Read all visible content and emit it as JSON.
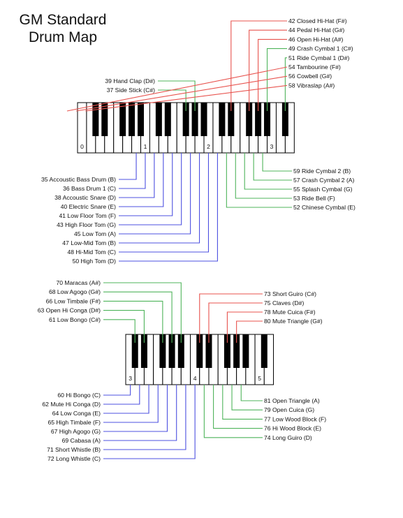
{
  "title": {
    "line1": "GM Standard",
    "line2": "Drum Map"
  },
  "colors": {
    "red": "#e8534e",
    "green": "#4fb45b",
    "blue": "#4d50e0",
    "key_outline": "#000000",
    "black_key": "#000000"
  },
  "keyboard1": {
    "octave_labels": [
      "0",
      "1",
      "2",
      "3"
    ],
    "labels_left": [
      {
        "text": "39 Hand Clap (D#)",
        "color": "green"
      },
      {
        "text": "37 Side Stick (C#)",
        "color": "green"
      }
    ],
    "labels_top_right": [
      {
        "text": "42 Closed Hi-Hat (F#)",
        "color": "red"
      },
      {
        "text": "44 Pedal Hi-Hat (G#)",
        "color": "red"
      },
      {
        "text": "46 Open Hi-Hat (A#)",
        "color": "red"
      },
      {
        "text": "49 Crash Cymbal 1 (C#)",
        "color": "green"
      },
      {
        "text": "51 Ride Cymbal 1 (D#)",
        "color": "green"
      },
      {
        "text": "54 Tambourine (F#)",
        "color": "red"
      },
      {
        "text": "56 Cowbell (G#)",
        "color": "red"
      },
      {
        "text": "58 Vibraslap (A#)",
        "color": "red"
      }
    ],
    "labels_bottom_left": [
      {
        "text": "35 Accoustic Bass Drum (B)",
        "color": "blue"
      },
      {
        "text": "36 Bass Drum 1 (C)",
        "color": "blue"
      },
      {
        "text": "38 Accoustic Snare (D)",
        "color": "blue"
      },
      {
        "text": "40 Electric Snare (E)",
        "color": "blue"
      },
      {
        "text": "41 Low Floor Tom (F)",
        "color": "blue"
      },
      {
        "text": "43 High Floor Tom (G)",
        "color": "blue"
      },
      {
        "text": "45 Low Tom (A)",
        "color": "blue"
      },
      {
        "text": "47 Low-Mid Tom (B)",
        "color": "blue"
      },
      {
        "text": "48 Hi-Mid Tom (C)",
        "color": "blue"
      },
      {
        "text": "50 High Tom (D)",
        "color": "blue"
      }
    ],
    "labels_bottom_right": [
      {
        "text": "59 Ride Cymbal 2 (B)",
        "color": "green"
      },
      {
        "text": "57 Crash Cymbal 2 (A)",
        "color": "green"
      },
      {
        "text": "55 Splash Cymbal (G)",
        "color": "green"
      },
      {
        "text": "53 Ride Bell (F)",
        "color": "green"
      },
      {
        "text": "52 Chinese Cymbal (E)",
        "color": "green"
      }
    ]
  },
  "keyboard2": {
    "octave_labels": [
      "3",
      "4",
      "5"
    ],
    "labels_top_left": [
      {
        "text": "70 Maracas (A#)",
        "color": "green"
      },
      {
        "text": "68 Low Agogo (G#)",
        "color": "green"
      },
      {
        "text": "66 Low Timbale (F#)",
        "color": "green"
      },
      {
        "text": "63 Open Hi Conga (D#)",
        "color": "green"
      },
      {
        "text": "61 Low Bongo (C#)",
        "color": "green"
      }
    ],
    "labels_top_right": [
      {
        "text": "73 Short Guiro (C#)",
        "color": "red"
      },
      {
        "text": "75 Claves (D#)",
        "color": "red"
      },
      {
        "text": "78 Mute Cuica (F#)",
        "color": "red"
      },
      {
        "text": "80 Mute Triangle (G#)",
        "color": "red"
      }
    ],
    "labels_bottom_left": [
      {
        "text": "60 Hi Bongo (C)",
        "color": "blue"
      },
      {
        "text": "62 Mute Hi Conga (D)",
        "color": "blue"
      },
      {
        "text": "64 Low Conga (E)",
        "color": "blue"
      },
      {
        "text": "65 High Timbale (F)",
        "color": "blue"
      },
      {
        "text": "67 High Agogo (G)",
        "color": "blue"
      },
      {
        "text": "69 Cabasa (A)",
        "color": "blue"
      },
      {
        "text": "71 Short Whistle (B)",
        "color": "blue"
      },
      {
        "text": "72 Long Whistle (C)",
        "color": "blue"
      }
    ],
    "labels_bottom_right": [
      {
        "text": "81 Open Triangle (A)",
        "color": "green"
      },
      {
        "text": "79 Open Cuica (G)",
        "color": "green"
      },
      {
        "text": "77 Low Wood Block (F)",
        "color": "green"
      },
      {
        "text": "76 Hi Wood Block (E)",
        "color": "green"
      },
      {
        "text": "74 Long Guiro (D)",
        "color": "green"
      }
    ]
  }
}
